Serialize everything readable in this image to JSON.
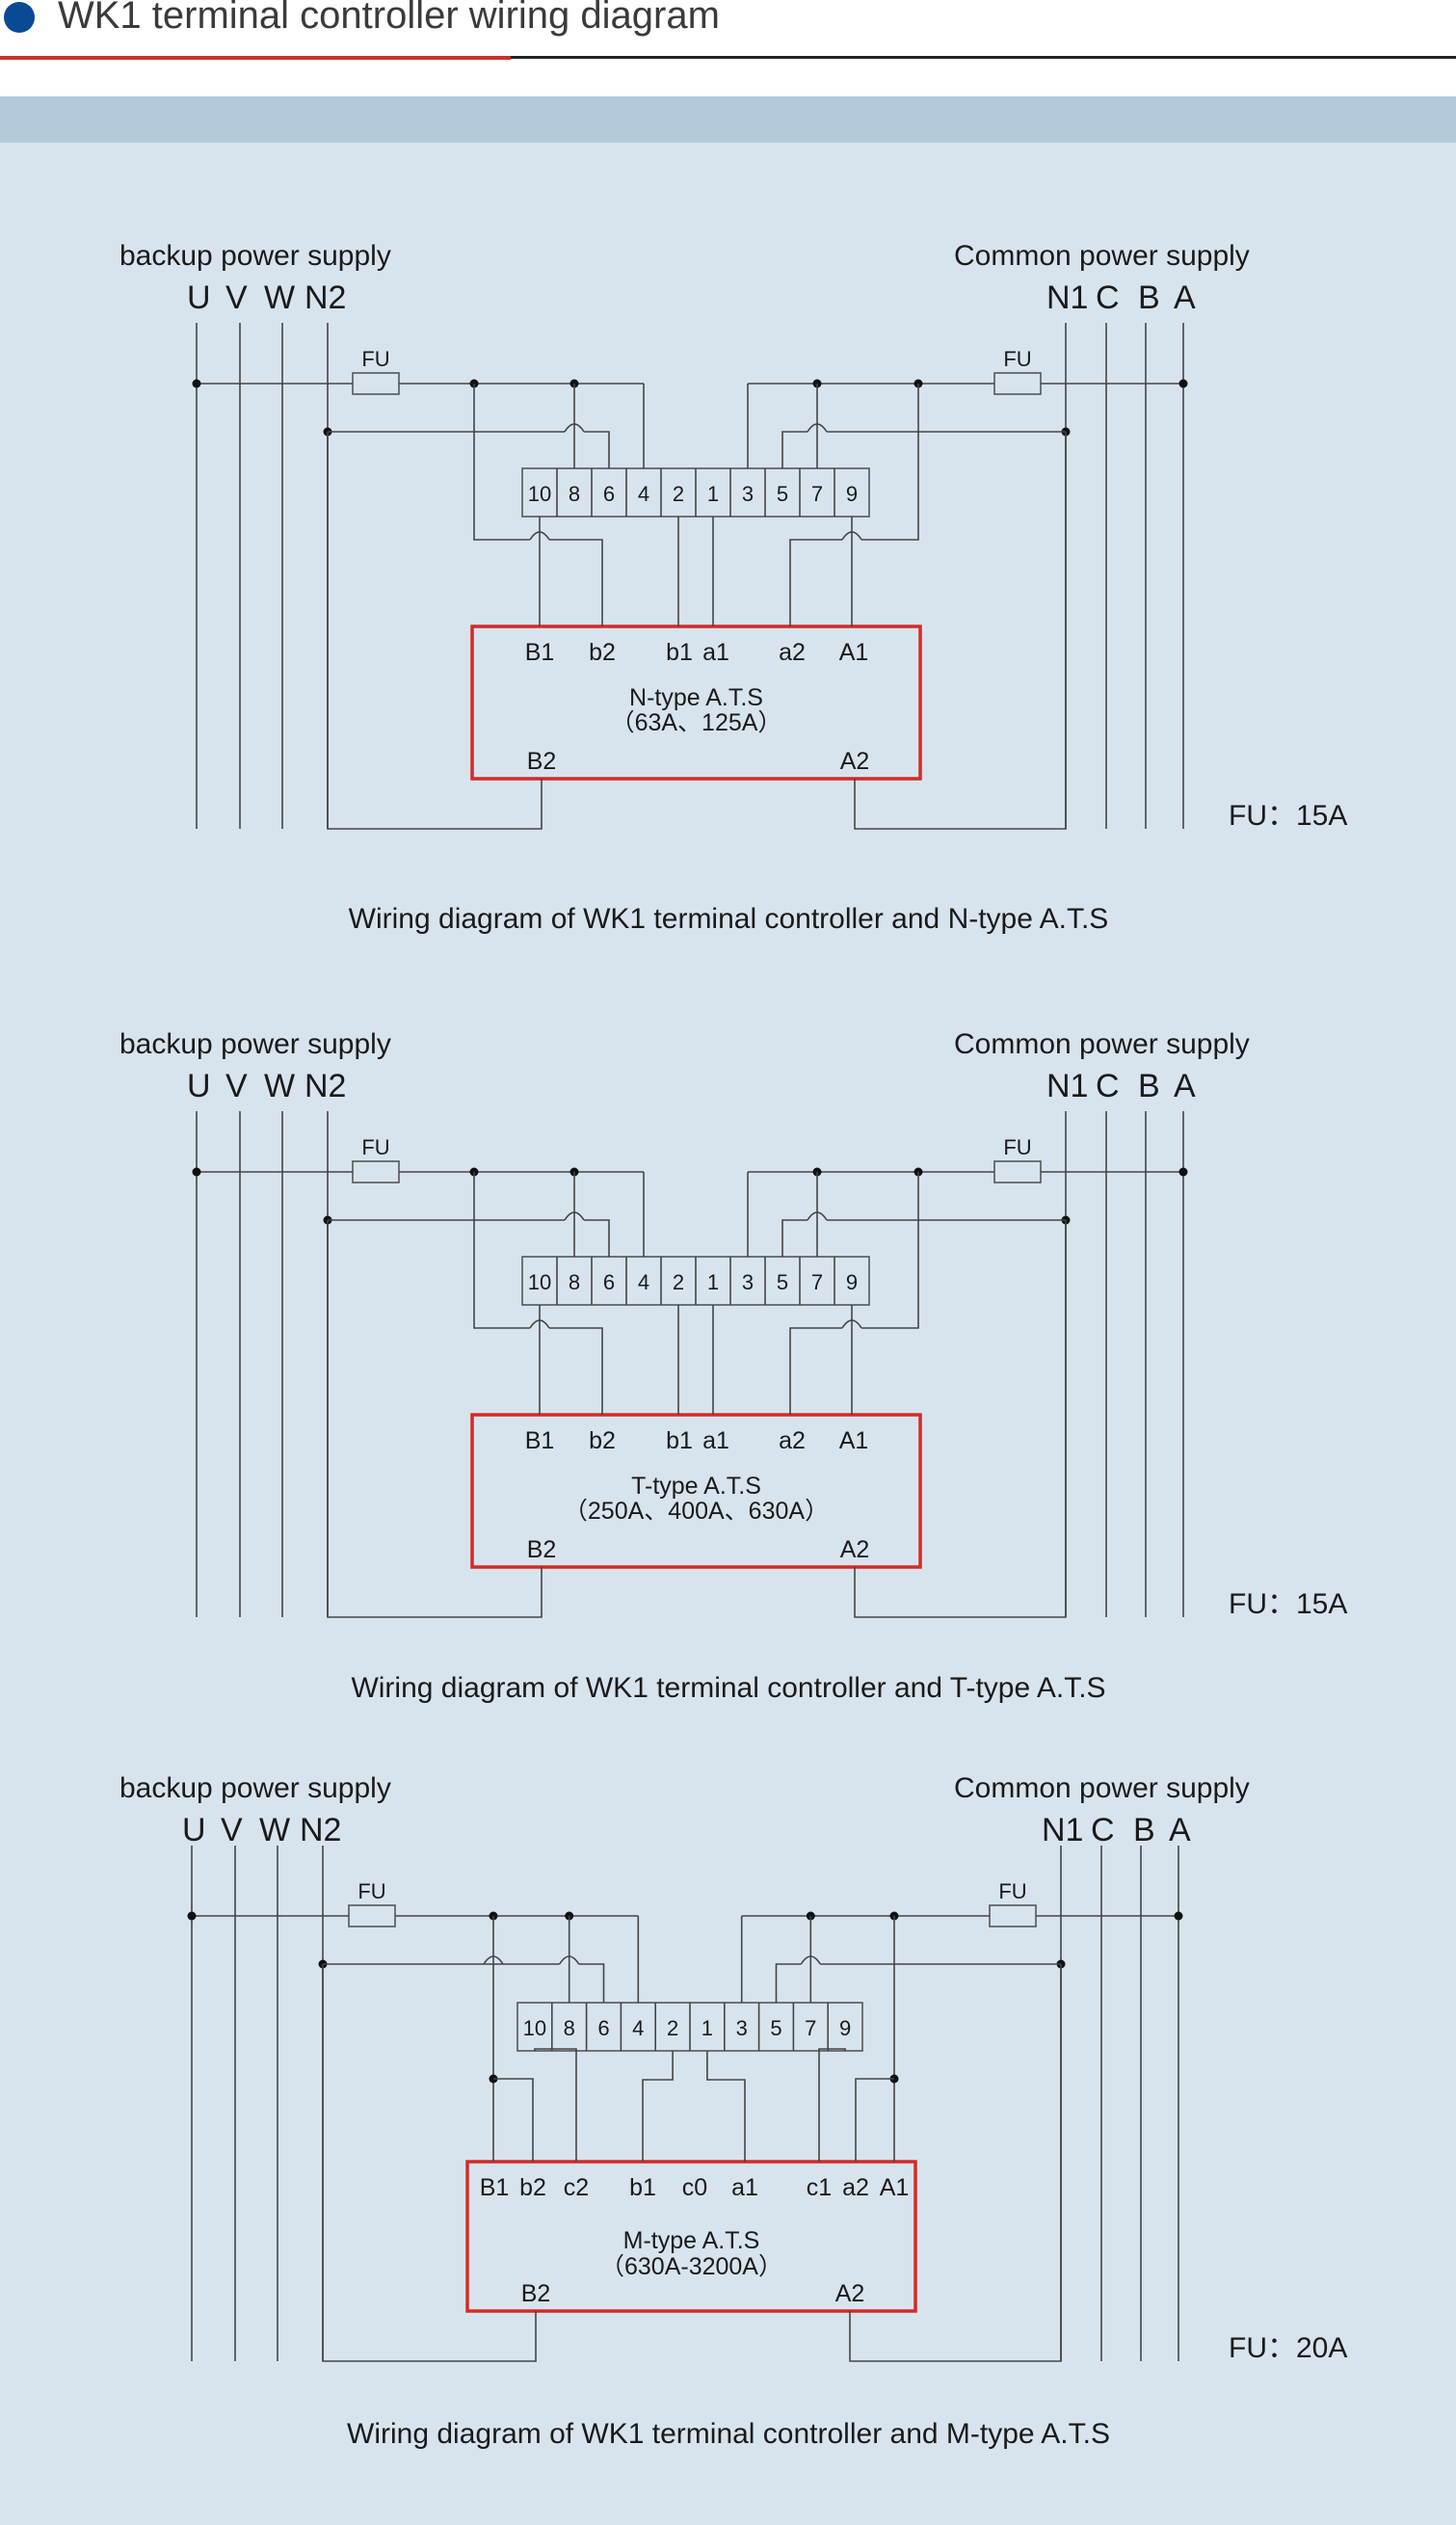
{
  "header": {
    "title": "WK1 terminal controller wiring diagram"
  },
  "colors": {
    "bullet": "#0a4a94",
    "accent_rule": "#c8312b",
    "ats_box": "#d42a26",
    "wire": "#444444",
    "background": "#d8e4ed",
    "band": "#b3cadb"
  },
  "diagrams": [
    {
      "id": "n-type",
      "backup_label": "backup power supply",
      "backup_phases": [
        "U",
        "V",
        "W",
        "N2"
      ],
      "common_label": "Common power supply",
      "common_phases": [
        "N1",
        "C",
        "B",
        "A"
      ],
      "fuse_label": "FU",
      "terminals": [
        "10",
        "8",
        "6",
        "4",
        "2",
        "1",
        "3",
        "5",
        "7",
        "9"
      ],
      "ats_top_terminals": [
        "B1",
        "b2",
        "b1",
        "a1",
        "a2",
        "A1"
      ],
      "ats_bottom_terminals": [
        "B2",
        "A2"
      ],
      "ats_name": "N-type A.T.S",
      "ats_rating": "（63A、125A）",
      "fuse_rating": "FU：15A",
      "caption": "Wiring diagram of WK1 terminal controller and N-type A.T.S"
    },
    {
      "id": "t-type",
      "backup_label": "backup power supply",
      "backup_phases": [
        "U",
        "V",
        "W",
        "N2"
      ],
      "common_label": "Common power supply",
      "common_phases": [
        "N1",
        "C",
        "B",
        "A"
      ],
      "fuse_label": "FU",
      "terminals": [
        "10",
        "8",
        "6",
        "4",
        "2",
        "1",
        "3",
        "5",
        "7",
        "9"
      ],
      "ats_top_terminals": [
        "B1",
        "b2",
        "b1",
        "a1",
        "a2",
        "A1"
      ],
      "ats_bottom_terminals": [
        "B2",
        "A2"
      ],
      "ats_name": "T-type A.T.S",
      "ats_rating": "（250A、400A、630A）",
      "fuse_rating": "FU：15A",
      "caption": "Wiring diagram of WK1 terminal controller and T-type A.T.S"
    },
    {
      "id": "m-type",
      "backup_label": "backup power supply",
      "backup_phases": [
        "U",
        "V",
        "W",
        "N2"
      ],
      "common_label": "Common power supply",
      "common_phases": [
        "N1",
        "C",
        "B",
        "A"
      ],
      "fuse_label": "FU",
      "terminals": [
        "10",
        "8",
        "6",
        "4",
        "2",
        "1",
        "3",
        "5",
        "7",
        "9"
      ],
      "ats_top_terminals": [
        "B1",
        "b2",
        "c2",
        "b1",
        "c0",
        "a1",
        "c1",
        "a2",
        "A1"
      ],
      "ats_bottom_terminals": [
        "B2",
        "A2"
      ],
      "ats_name": "M-type A.T.S",
      "ats_rating": "（630A-3200A）",
      "fuse_rating": "FU：20A",
      "caption": "Wiring diagram of WK1 terminal controller and M-type A.T.S"
    }
  ]
}
